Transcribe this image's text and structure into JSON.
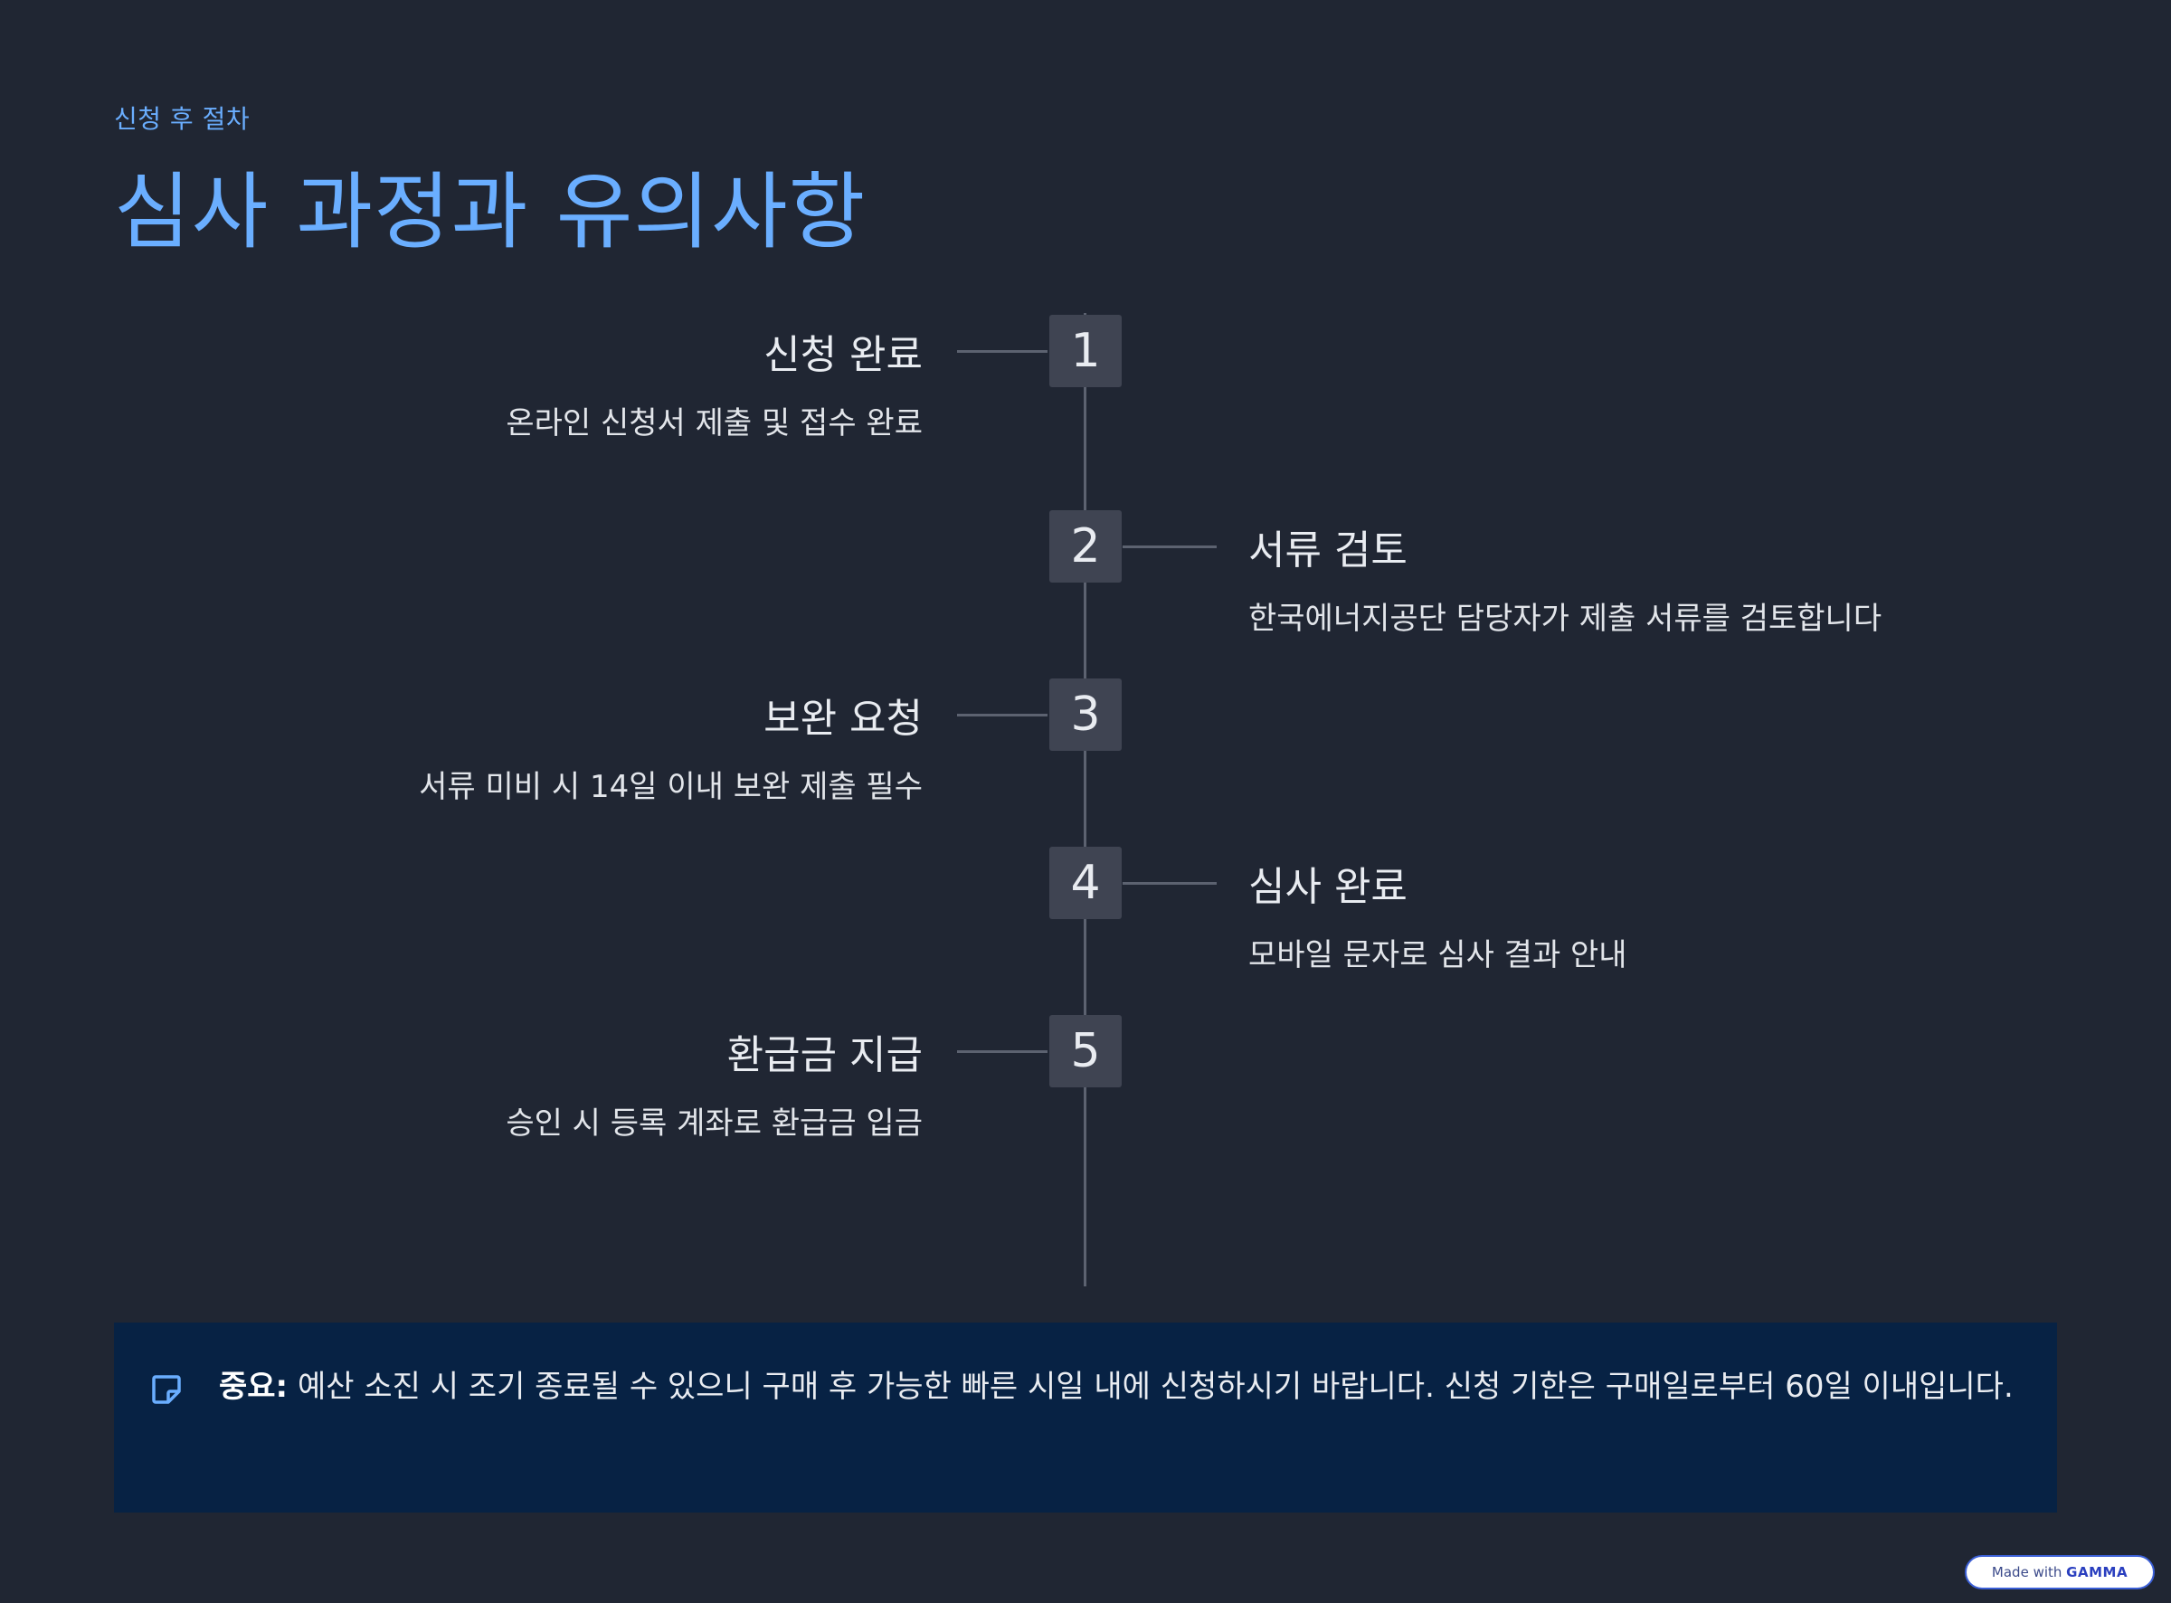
{
  "header": {
    "eyebrow": "신청 후 절차",
    "title": "심사 과정과 유의사항"
  },
  "steps": [
    {
      "number": "1",
      "title": "신청 완료",
      "description": "온라인 신청서 제출 및 접수 완료",
      "side": "left"
    },
    {
      "number": "2",
      "title": "서류 검토",
      "description": "한국에너지공단 담당자가 제출 서류를 검토합니다",
      "side": "right"
    },
    {
      "number": "3",
      "title": "보완 요청",
      "description": "서류 미비 시 14일 이내 보완 제출 필수",
      "side": "left"
    },
    {
      "number": "4",
      "title": "심사 완료",
      "description": "모바일 문자로 심사 결과 안내",
      "side": "right"
    },
    {
      "number": "5",
      "title": "환급금 지급",
      "description": "승인 시 등록 계좌로 환급금 입금",
      "side": "left"
    }
  ],
  "notice": {
    "icon": "note-icon",
    "label": "중요:",
    "text": " 예산 소진 시 조기 종료될 수 있으니 구매 후 가능한 빠른 시일 내에 신청하시기 바랍니다. 신청 기한은 구매일로부터 60일 이내입니다."
  },
  "footer": {
    "made_with": "Made with ",
    "brand": "GAMMA"
  },
  "colors": {
    "background": "#202633",
    "accent": "#6aaeff",
    "badge": "#3f4452",
    "line": "#5c6270",
    "notice_bg": "#072244"
  }
}
